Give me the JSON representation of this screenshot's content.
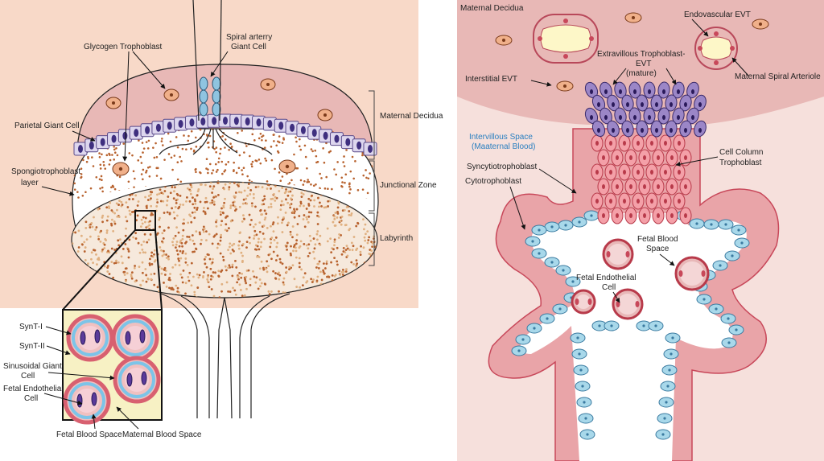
{
  "colors": {
    "background_left": "#f8d9c8",
    "decidua": "#e8b8b6",
    "spongiotrophoblast_dots": "#b8622e",
    "labyrinth_fill": "#f6e9dc",
    "giant_cell_fill": "#ddd6ee",
    "giant_cell_nucleus": "#3f2f7f",
    "glycogen_cell": "#f0b08a",
    "inset_fill": "#f7f1c4",
    "villus_fill": "#f0c0c0",
    "villus_outline": "#c8485a",
    "cytotrophoblast": "#a8d8ea",
    "evt_purple": "#9b86c7",
    "cell_column_pink": "#f4a0a8",
    "arteriole_lumen": "#fdf7c8",
    "label_blue": "#2a7fc0"
  },
  "left_panel": {
    "labels": {
      "glycogen_trophoblast": "Glycogen Trophoblast",
      "spiral_artery_1": "Spiral arterry",
      "spiral_artery_2": "Giant Cell",
      "parietal_giant_cell": "Parietal Giant Cell",
      "spongio_1": "Spongiotrophoblast",
      "spongio_2": "layer",
      "maternal_decidua": "Maternal Decidua",
      "junctional_zone": "Junctional Zone",
      "labyrinth": "Labyrinth"
    },
    "inset_labels": {
      "synt_i": "SynT-I",
      "synt_ii": "SynT-II",
      "sinusoidal_1": "Sinusoidal Giant",
      "sinusoidal_2": "Cell",
      "fetal_endo_1": "Fetal Endothelial",
      "fetal_endo_2": "Cell",
      "fetal_blood_space": "Fetal Blood Space",
      "maternal_blood_space": "Maternal Blood Space"
    }
  },
  "right_panel": {
    "labels": {
      "maternal_decidua": "Maternal Decidua",
      "endovascular_evt": "Endovascular EVT",
      "evt_1": "Extravillous Trophoblast-",
      "evt_2": "EVT",
      "evt_3": "(mature)",
      "interstitial_evt": "Interstitial EVT",
      "maternal_spiral_arteriole": "Maternal Spiral Arteriole",
      "intervillous_1": "Intervillous Space",
      "intervillous_2": "(Maaternal Blood)",
      "cell_column_1": "Cell Column",
      "cell_column_2": "Trophoblast",
      "syncytiotrophoblast": "Syncytiotrophoblast",
      "cytotrophoblast": "Cytotrophoblast",
      "fetal_blood_space_1": "Fetal Blood",
      "fetal_blood_space_2": "Space",
      "fetal_endo_1": "Fetal Endothelial",
      "fetal_endo_2": "Cell"
    }
  }
}
